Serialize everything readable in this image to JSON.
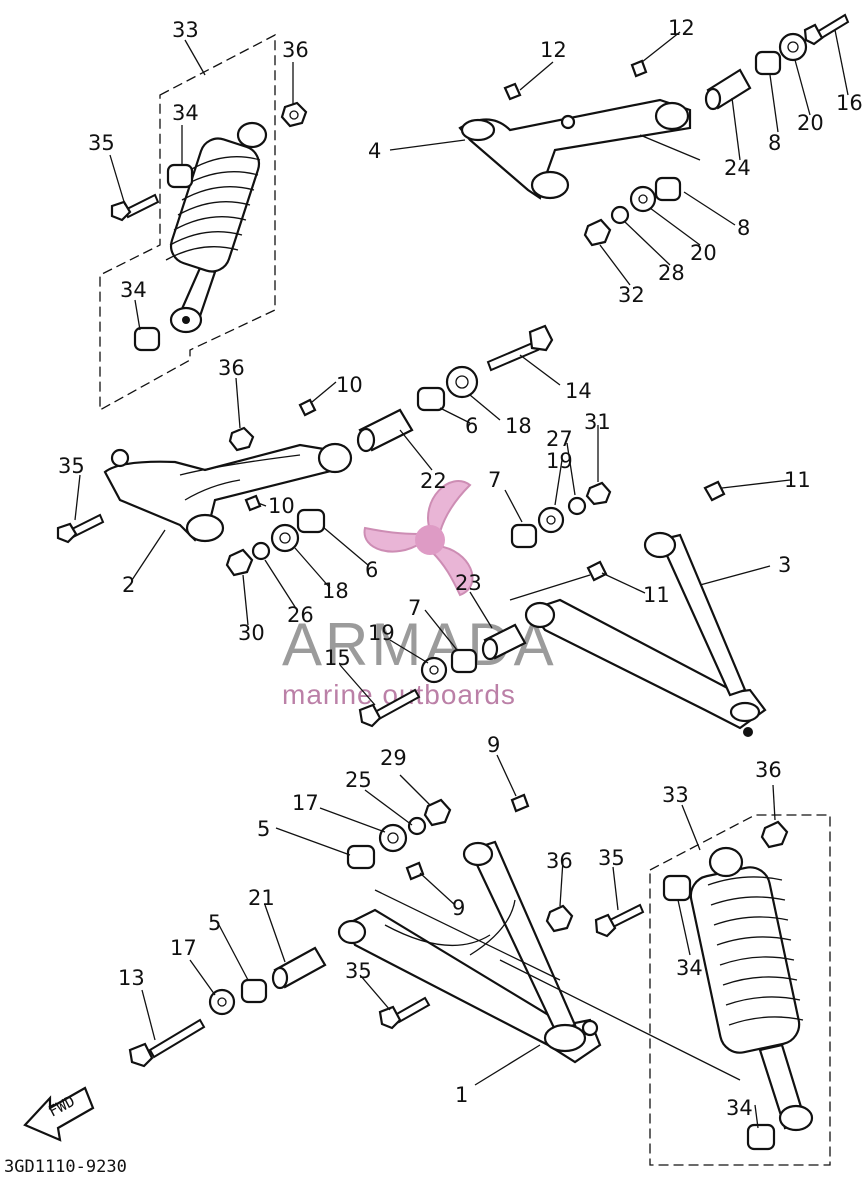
{
  "diagram_code": "3GD1110-9230",
  "fwd_label": "FWD",
  "watermark": {
    "brand": "ARMADA",
    "tagline": "marine outboards"
  },
  "callouts": [
    {
      "id": "c33a",
      "label": "33"
    },
    {
      "id": "c36a",
      "label": "36"
    },
    {
      "id": "c34a",
      "label": "34"
    },
    {
      "id": "c35a",
      "label": "35"
    },
    {
      "id": "c34b",
      "label": "34"
    },
    {
      "id": "c36b",
      "label": "36"
    },
    {
      "id": "c35b",
      "label": "35"
    },
    {
      "id": "c2",
      "label": "2"
    },
    {
      "id": "c30",
      "label": "30"
    },
    {
      "id": "c26",
      "label": "26"
    },
    {
      "id": "c18a",
      "label": "18"
    },
    {
      "id": "c6a",
      "label": "6"
    },
    {
      "id": "c10a",
      "label": "10"
    },
    {
      "id": "c10b",
      "label": "10"
    },
    {
      "id": "c22",
      "label": "22"
    },
    {
      "id": "c6b",
      "label": "6"
    },
    {
      "id": "c18b",
      "label": "18"
    },
    {
      "id": "c14",
      "label": "14"
    },
    {
      "id": "c12a",
      "label": "12"
    },
    {
      "id": "c12b",
      "label": "12"
    },
    {
      "id": "c16",
      "label": "16"
    },
    {
      "id": "c20a",
      "label": "20"
    },
    {
      "id": "c8a",
      "label": "8"
    },
    {
      "id": "c24",
      "label": "24"
    },
    {
      "id": "c4",
      "label": "4"
    },
    {
      "id": "c8b",
      "label": "8"
    },
    {
      "id": "c20b",
      "label": "20"
    },
    {
      "id": "c28",
      "label": "28"
    },
    {
      "id": "c32",
      "label": "32"
    },
    {
      "id": "c19a",
      "label": "19"
    },
    {
      "id": "c27",
      "label": "27"
    },
    {
      "id": "c31",
      "label": "31"
    },
    {
      "id": "c7a",
      "label": "7"
    },
    {
      "id": "c11a",
      "label": "11"
    },
    {
      "id": "c3",
      "label": "3"
    },
    {
      "id": "c11b",
      "label": "11"
    },
    {
      "id": "c23",
      "label": "23"
    },
    {
      "id": "c7b",
      "label": "7"
    },
    {
      "id": "c19b",
      "label": "19"
    },
    {
      "id": "c15",
      "label": "15"
    },
    {
      "id": "c29",
      "label": "29"
    },
    {
      "id": "c9a",
      "label": "9"
    },
    {
      "id": "c25",
      "label": "25"
    },
    {
      "id": "c17a",
      "label": "17"
    },
    {
      "id": "c5a",
      "label": "5"
    },
    {
      "id": "c9b",
      "label": "9"
    },
    {
      "id": "c21",
      "label": "21"
    },
    {
      "id": "c5b",
      "label": "5"
    },
    {
      "id": "c17b",
      "label": "17"
    },
    {
      "id": "c13",
      "label": "13"
    },
    {
      "id": "c35c",
      "label": "35"
    },
    {
      "id": "c1",
      "label": "1"
    },
    {
      "id": "c36c",
      "label": "36"
    },
    {
      "id": "c35d",
      "label": "35"
    },
    {
      "id": "c33b",
      "label": "33"
    },
    {
      "id": "c36d",
      "label": "36"
    },
    {
      "id": "c34c",
      "label": "34"
    },
    {
      "id": "c34d",
      "label": "34"
    }
  ]
}
